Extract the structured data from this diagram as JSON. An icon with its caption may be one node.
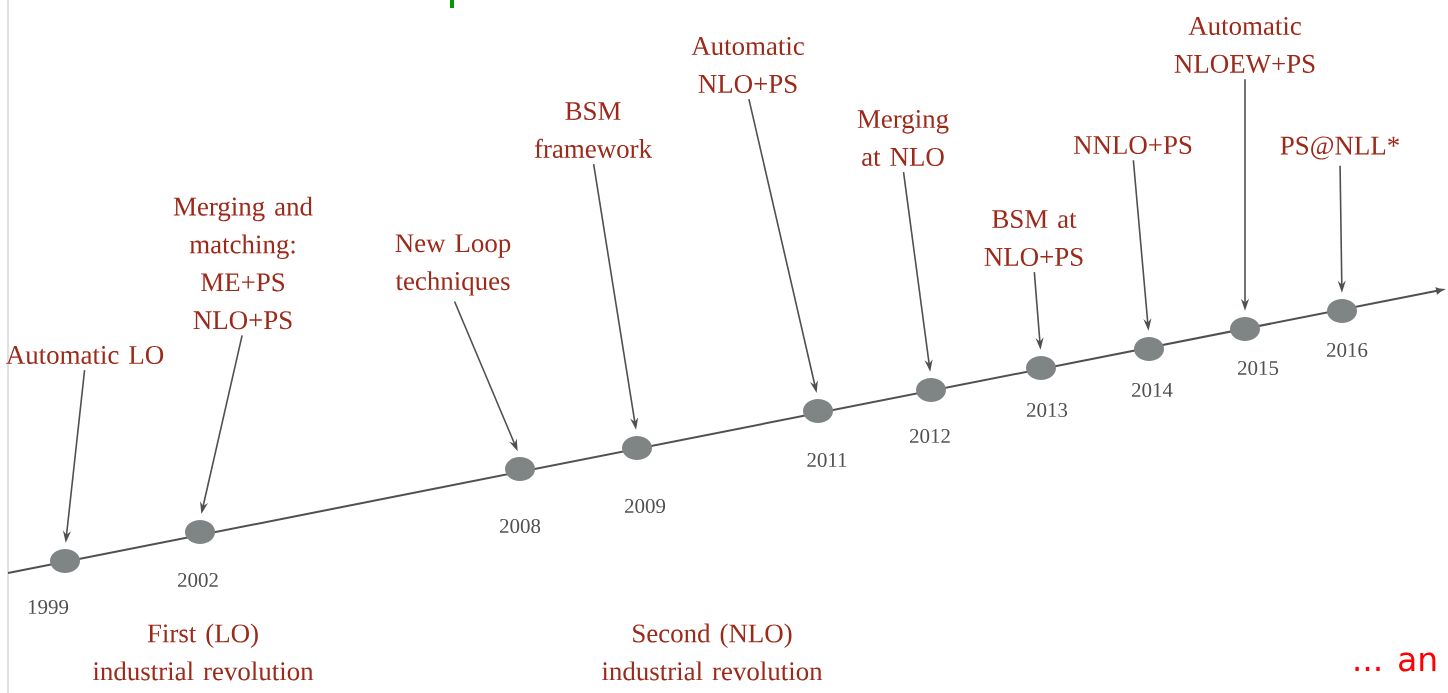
{
  "diagram": {
    "nodes": [
      {
        "text": [],
        "shape": "circle",
        "beside": [
          "1999"
        ]
      },
      {
        "text": [],
        "shape": "circle",
        "beside": [
          "2002"
        ]
      },
      {
        "text": [],
        "shape": "circle",
        "beside": [
          "2008"
        ]
      },
      {
        "text": [],
        "shape": "circle",
        "beside": [
          "2009"
        ]
      },
      {
        "text": [],
        "shape": "circle",
        "beside": [
          "2011"
        ]
      },
      {
        "text": [],
        "shape": "circle",
        "beside": [
          "2012"
        ]
      },
      {
        "text": [],
        "shape": "circle",
        "beside": [
          "2013"
        ]
      },
      {
        "text": [],
        "shape": "circle",
        "beside": [
          "2014"
        ]
      },
      {
        "text": [],
        "shape": "circle",
        "beside": [
          "2015"
        ]
      },
      {
        "text": [],
        "shape": "circle",
        "beside": [
          "2016"
        ]
      },
      {
        "text": [
          "Automatic LO"
        ]
      },
      {
        "text": [
          "Merging and matching: ME+PS NLO+PS"
        ]
      },
      {
        "text": [
          "New Loop techniques"
        ]
      },
      {
        "text": [
          "BSM framework"
        ]
      },
      {
        "text": [
          "Automatic NLO+PS"
        ]
      },
      {
        "text": [
          "Merging at NLO"
        ]
      },
      {
        "text": [
          "BSM at NLO+PS"
        ]
      },
      {
        "text": [
          "NNLO+PS"
        ]
      },
      {
        "text": [
          "Automatic NLOEW+PS"
        ]
      },
      {
        "text": [
          "PS@NLL*"
        ]
      }
    ],
    "edges": [
      {
        "from": 10,
        "to": 0,
        "arrow": "to"
      },
      {
        "from": 11,
        "to": 1,
        "arrow": "to"
      },
      {
        "from": 12,
        "to": 2,
        "arrow": "to"
      },
      {
        "from": 13,
        "to": 3,
        "arrow": "to"
      },
      {
        "from": 14,
        "to": 4,
        "arrow": "to"
      },
      {
        "from": 15,
        "to": 5,
        "arrow": "to"
      },
      {
        "from": 16,
        "to": 6,
        "arrow": "to"
      },
      {
        "from": 17,
        "to": 7,
        "arrow": "to"
      },
      {
        "from": 18,
        "to": 8,
        "arrow": "to"
      },
      {
        "from": 19,
        "to": 9,
        "arrow": "to"
      }
    ],
    "labels": [
      "First (LO) industrial revolution",
      "Second (NLO) industrial revolution",
      "... an"
    ]
  }
}
